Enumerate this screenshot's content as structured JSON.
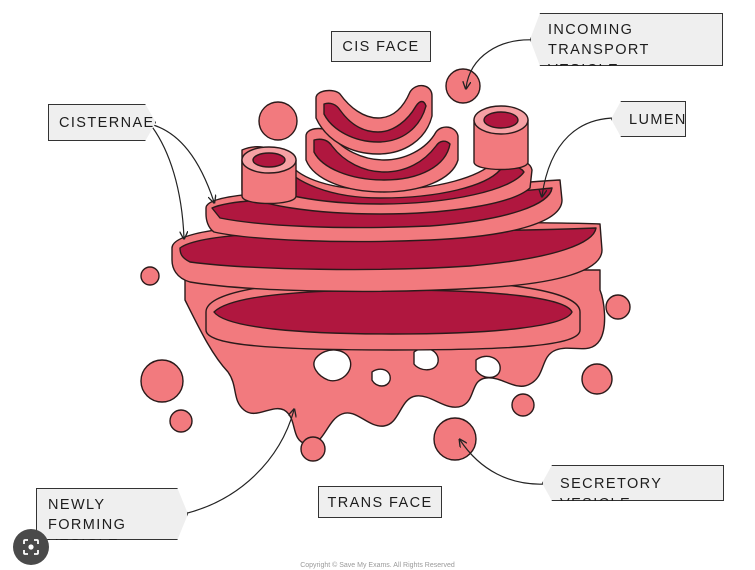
{
  "labels": {
    "cis_face": "CIS FACE",
    "trans_face": "TRANS FACE",
    "cisternae": "CISTERNAE",
    "lumen": "LUMEN",
    "incoming_vesicle": "INCOMING TRANSPORT\nVESICLE",
    "secretory_vesicle": "SECRETORY VESICLE",
    "newly_forming_vesicle": "NEWLY FORMING\nVESICLE"
  },
  "copyright": "Copyright © Save My Exams. All Rights Reserved",
  "colors": {
    "membrane": "#f27a7e",
    "membrane_light": "#f6a1a4",
    "lumen": "#b0173f",
    "outline": "#2b1a1a",
    "label_bg": "#efefef",
    "arrow": "#222222"
  },
  "icons": {
    "lens": "lens-icon"
  }
}
